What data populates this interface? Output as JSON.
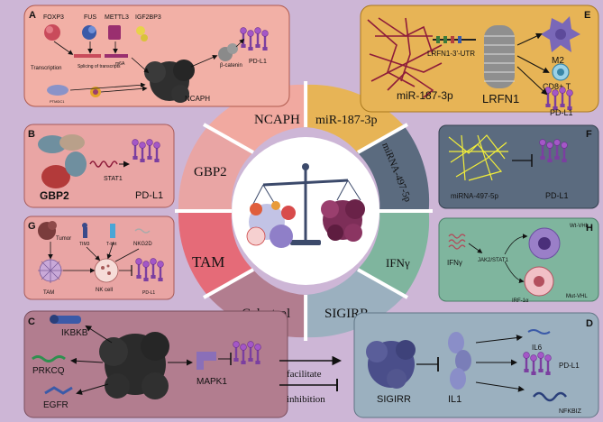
{
  "colors": {
    "background": "#cdb6d6",
    "ncaph": "#f1a9a0",
    "mir187": "#e7b456",
    "mirna497": "#5b6b7f",
    "gbp2": "#e9a5a4",
    "ifng": "#7fb59e",
    "tam": "#e56b78",
    "sigirr": "#9bb0bf",
    "celastrol": "#b27d8f",
    "panel_a": "#f2b0a6",
    "panel_e": "#e7b456",
    "panel_b": "#e9a5a4",
    "panel_f": "#5b6b7f",
    "panel_g": "#e9a5a4",
    "panel_h": "#7fb59e",
    "panel_c": "#b27d8f",
    "panel_d": "#9bb0bf"
  },
  "wheel": {
    "ncaph": "NCAPH",
    "mir187": "miR-187-3p",
    "mirna497": "miRNA-497-5p",
    "gbp2": "GBP2",
    "ifng": "IFNγ",
    "tam": "TAM",
    "sigirr": "SIGIRR",
    "celastrol": "Celastrol"
  },
  "panels": {
    "A": {
      "letter": "A",
      "foxp3": "FOXP3",
      "fus": "FUS",
      "mettl3": "METTL3",
      "igf2bp3": "IGF2BP3",
      "transcription": "Transcription",
      "splicing": "Splicing of transcripts",
      "m6a": "m6A",
      "ptmdc": "PTMDC1",
      "beta_catenin": "β-catenin",
      "pdl1": "PD-L1",
      "ncaph": "NCAPH"
    },
    "E": {
      "letter": "E",
      "utr": "LRFN1-3'-UTR",
      "mir": "miR-187-3p",
      "lrfn1": "LRFN1",
      "m2": "M2",
      "cd8": "CD8+ T",
      "pdl1": "PD-L1"
    },
    "B": {
      "letter": "B",
      "stat1": "STAT1",
      "gbp2": "GBP2",
      "pdl1": "PD-L1"
    },
    "F": {
      "letter": "F",
      "mir": "miRNA-497-5p",
      "pdl1": "PD-L1"
    },
    "G": {
      "letter": "G",
      "tumor": "Tumor",
      "tim3": "TIM3",
      "tbet": "T-bet",
      "nkg2d": "NKG2D",
      "tam": "TAM",
      "nk": "NK cell",
      "pdl1": "PD-L1"
    },
    "H": {
      "letter": "H",
      "wt": "Wt-VHL",
      "ifng": "IFNγ",
      "jak": "JAK2/STAT1",
      "irf": "IRF-1α",
      "mut": "Mut-VHL"
    },
    "C": {
      "letter": "C",
      "ikbkb": "IKBKB",
      "prkcq": "PRKCQ",
      "egfr": "EGFR",
      "mapk1": "MAPK1"
    },
    "D": {
      "letter": "D",
      "sigirr": "SIGIRR",
      "il1": "IL1",
      "il6": "IL6",
      "pdl1": "PD-L1",
      "nfkbiz": "NFKBIZ"
    }
  },
  "legend": {
    "facilitate": "facilitate",
    "inhibition": "inhibition"
  }
}
